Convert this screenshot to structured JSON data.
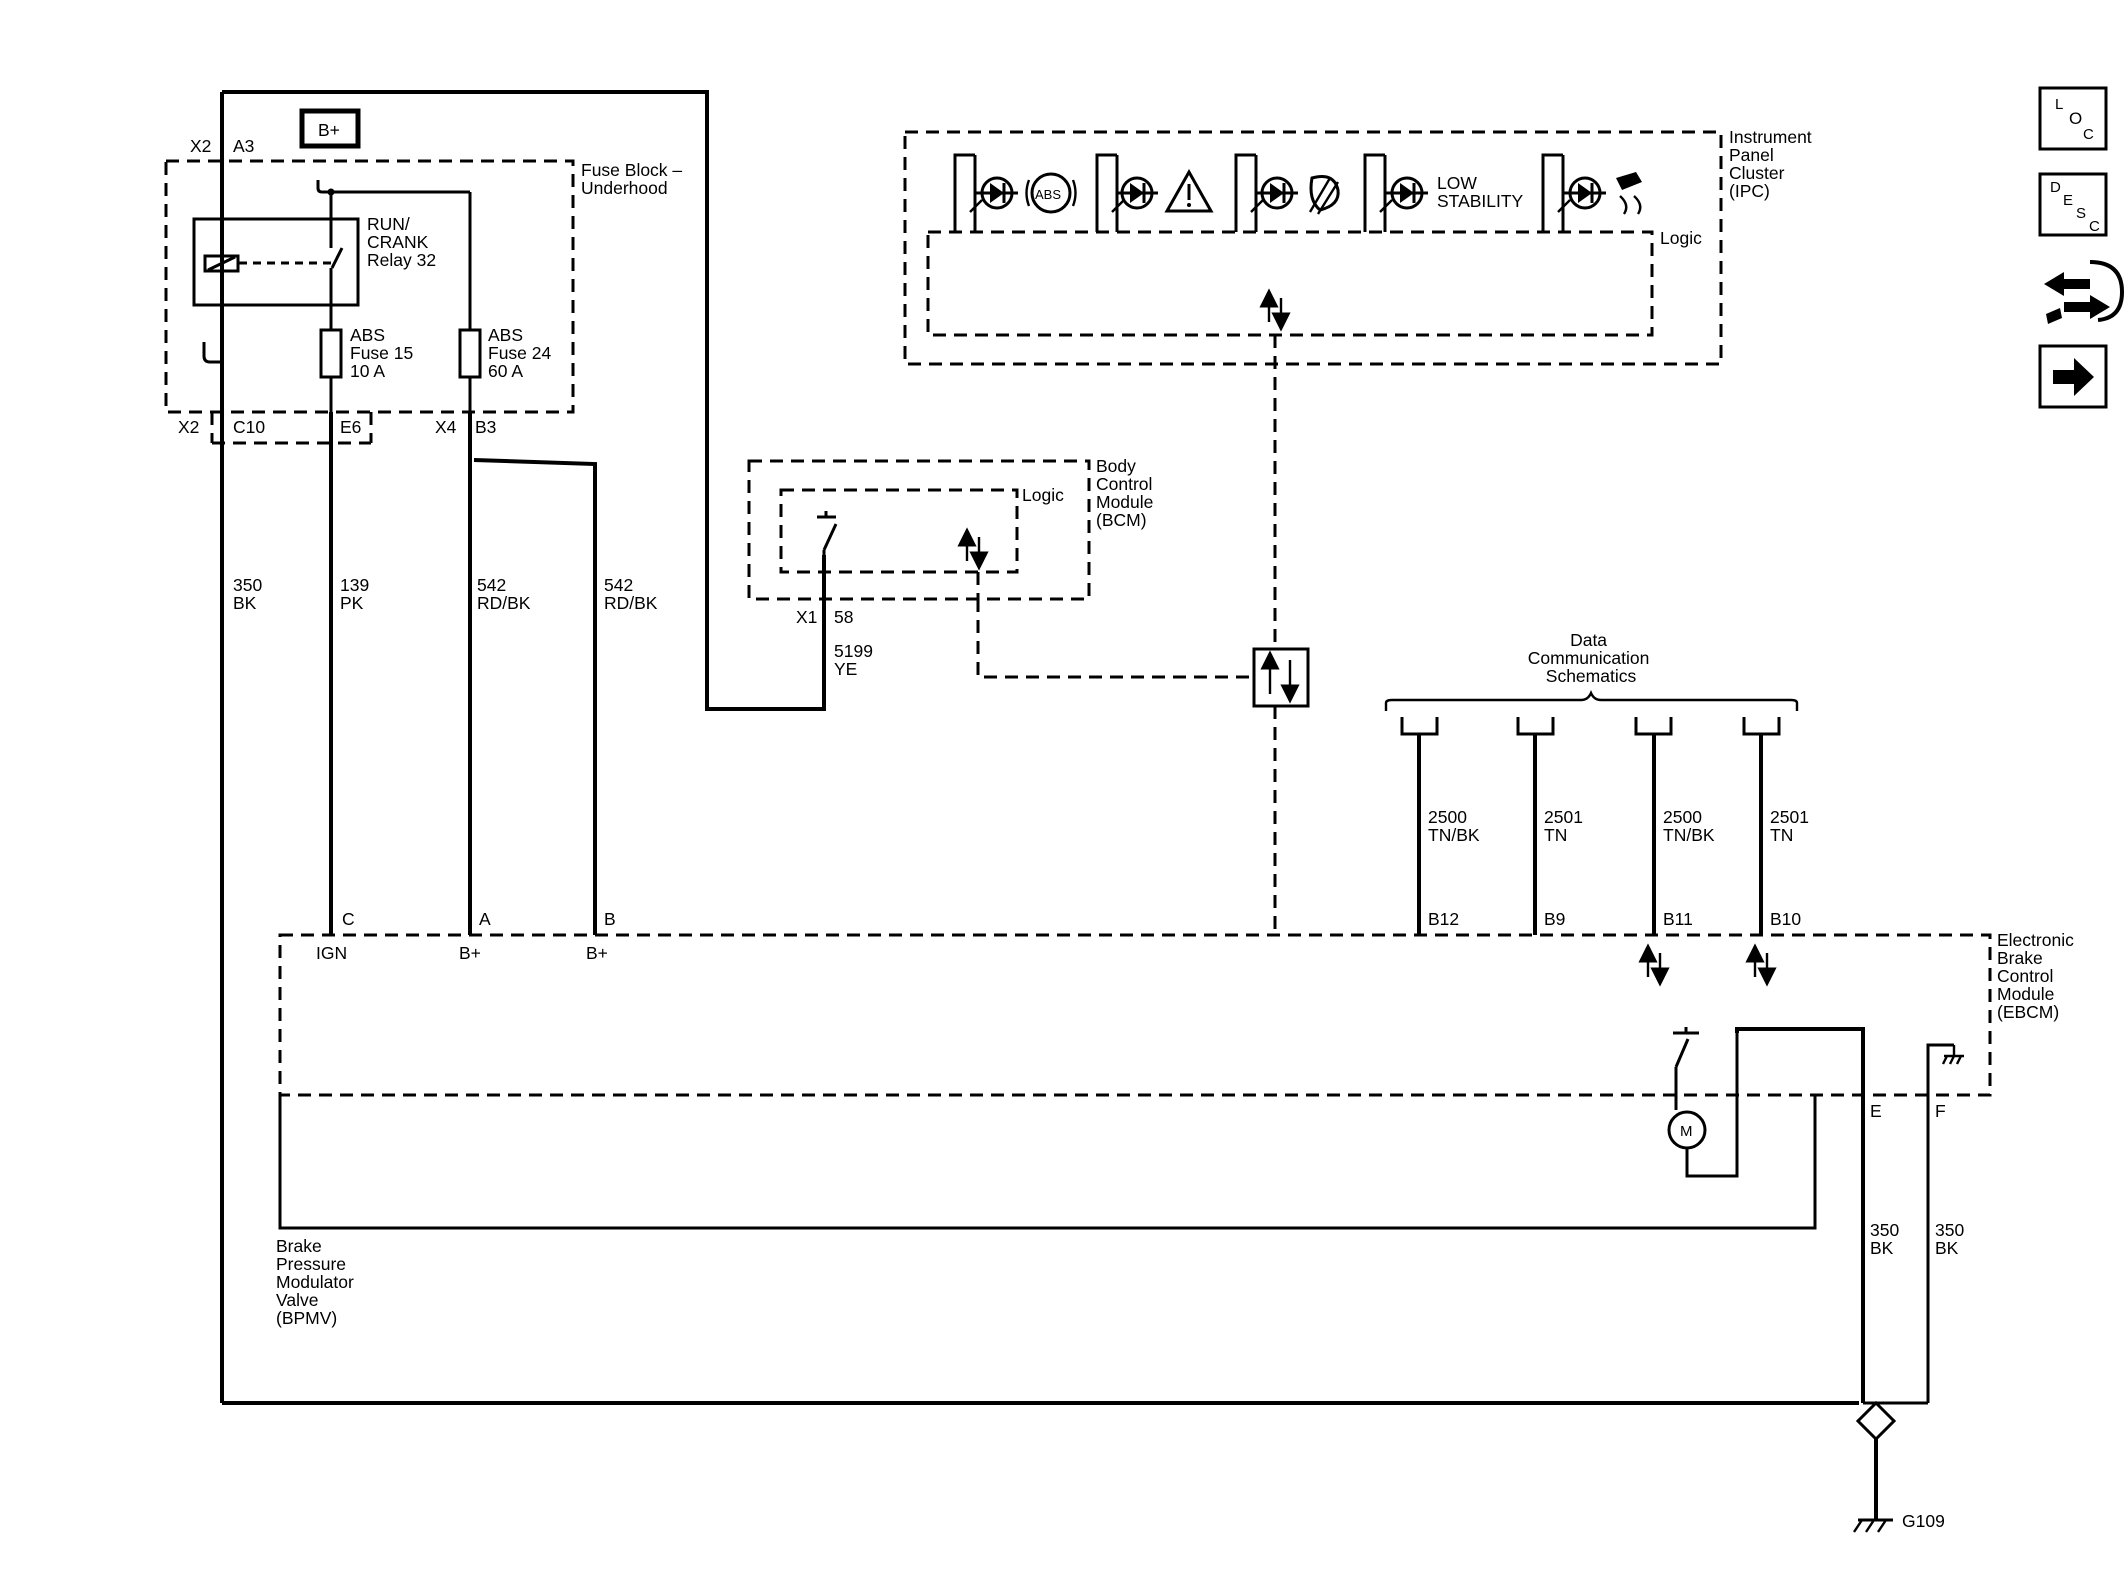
{
  "power": {
    "bplus_label": "B+"
  },
  "fuse_block": {
    "name": [
      "Fuse Block –",
      "Underhood"
    ],
    "top_connector": {
      "conn": "X2",
      "pin": "A3"
    },
    "relay": [
      "RUN/",
      "CRANK",
      "Relay 32"
    ],
    "fuse15": [
      "ABS",
      "Fuse 15",
      "10 A"
    ],
    "fuse24": [
      "ABS",
      "Fuse 24",
      "60 A"
    ],
    "bottom_conn_left": "X2",
    "bottom_pin_c10": "C10",
    "bottom_pin_e6": "E6",
    "bottom_conn_right": "X4",
    "bottom_pin_b3": "B3"
  },
  "wires": {
    "w350_left": [
      "350",
      "BK"
    ],
    "w139": [
      "139",
      "PK"
    ],
    "w542a": [
      "542",
      "RD/BK"
    ],
    "w542b": [
      "542",
      "RD/BK"
    ],
    "w5199": [
      "5199",
      "YE"
    ],
    "w2500a": [
      "2500",
      "TN/BK"
    ],
    "w2501a": [
      "2501",
      "TN"
    ],
    "w2500b": [
      "2500",
      "TN/BK"
    ],
    "w2501b": [
      "2501",
      "TN"
    ],
    "w350e": [
      "350",
      "BK"
    ],
    "w350f": [
      "350",
      "BK"
    ]
  },
  "bcm": {
    "name": [
      "Body",
      "Control",
      "Module",
      "(BCM)"
    ],
    "logic": "Logic",
    "conn": "X1",
    "pin": "58"
  },
  "ipc": {
    "name": [
      "Instrument",
      "Panel",
      "Cluster",
      "(IPC)"
    ],
    "logic": "Logic",
    "abs_symbol": "ABS",
    "low_stability": [
      "LOW",
      "STABILITY"
    ]
  },
  "data_comm": {
    "label": [
      "Data",
      "Communication",
      "Schematics"
    ]
  },
  "ebcm": {
    "name": [
      "Electronic",
      "Brake",
      "Control",
      "Module",
      "(EBCM)"
    ],
    "pin_c": "C",
    "pin_a": "A",
    "pin_b": "B",
    "ign": "IGN",
    "bplus1": "B+",
    "bplus2": "B+",
    "pin_b12": "B12",
    "pin_b9": "B9",
    "pin_b11": "B11",
    "pin_b10": "B10",
    "pin_e": "E",
    "pin_f": "F",
    "motor": "M"
  },
  "bpmv": {
    "name": [
      "Brake",
      "Pressure",
      "Modulator",
      "Valve",
      "(BPMV)"
    ]
  },
  "ground": {
    "name": "G109"
  },
  "side_nav": {
    "loc": [
      "L",
      "O",
      "C"
    ],
    "desc": [
      "D",
      "E",
      "S",
      "C"
    ],
    "colors": {
      "ink": "#000000",
      "paper": "#ffffff"
    }
  }
}
